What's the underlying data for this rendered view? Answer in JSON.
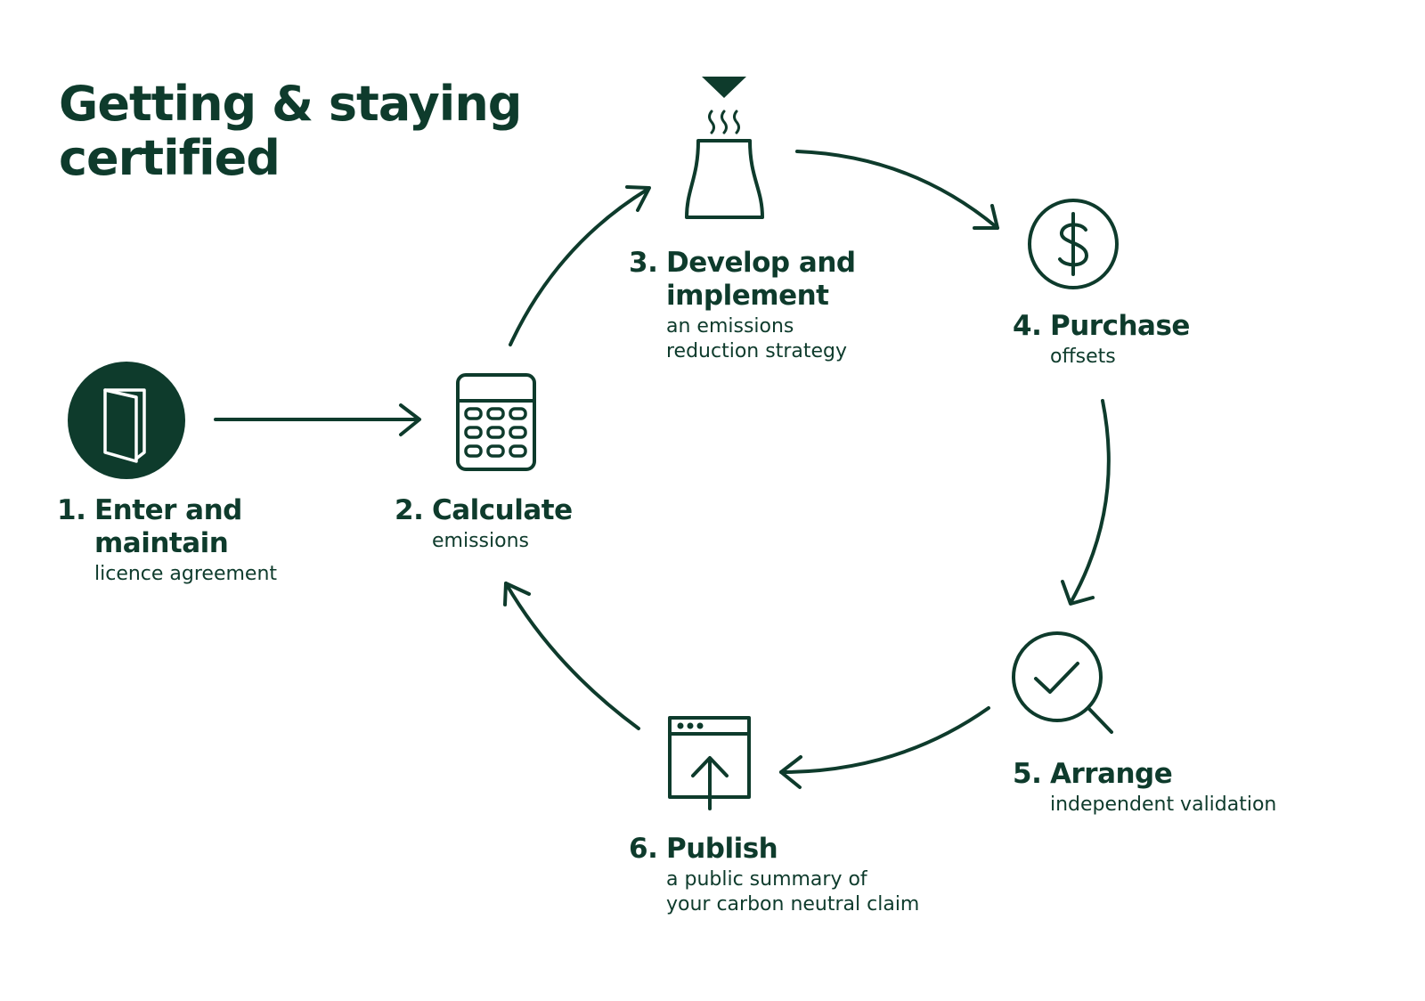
{
  "title": {
    "line1": "Getting & staying",
    "line2": "certified"
  },
  "colors": {
    "primary": "#0e3b2c",
    "background": "#ffffff"
  },
  "steps": [
    {
      "number": "1.",
      "heading": [
        "Enter and",
        "maintain"
      ],
      "detail": [
        "licence agreement"
      ],
      "icon": "folder-icon"
    },
    {
      "number": "2.",
      "heading": [
        "Calculate"
      ],
      "detail": [
        "emissions"
      ],
      "icon": "calculator-icon"
    },
    {
      "number": "3.",
      "heading": [
        "Develop and",
        "implement"
      ],
      "detail": [
        "an emissions",
        "reduction strategy"
      ],
      "icon": "chimney-icon"
    },
    {
      "number": "4.",
      "heading": [
        "Purchase"
      ],
      "detail": [
        "offsets"
      ],
      "icon": "dollar-icon"
    },
    {
      "number": "5.",
      "heading": [
        "Arrange"
      ],
      "detail": [
        "independent validation"
      ],
      "icon": "magnifier-check-icon"
    },
    {
      "number": "6.",
      "heading": [
        "Publish"
      ],
      "detail": [
        "a public summary of",
        "your carbon neutral claim"
      ],
      "icon": "upload-window-icon"
    }
  ],
  "flow": [
    {
      "from": 1,
      "to": 2
    },
    {
      "from": 2,
      "to": 3
    },
    {
      "from": 3,
      "to": 4
    },
    {
      "from": 4,
      "to": 5
    },
    {
      "from": 5,
      "to": 6
    },
    {
      "from": 6,
      "to": 2
    }
  ]
}
